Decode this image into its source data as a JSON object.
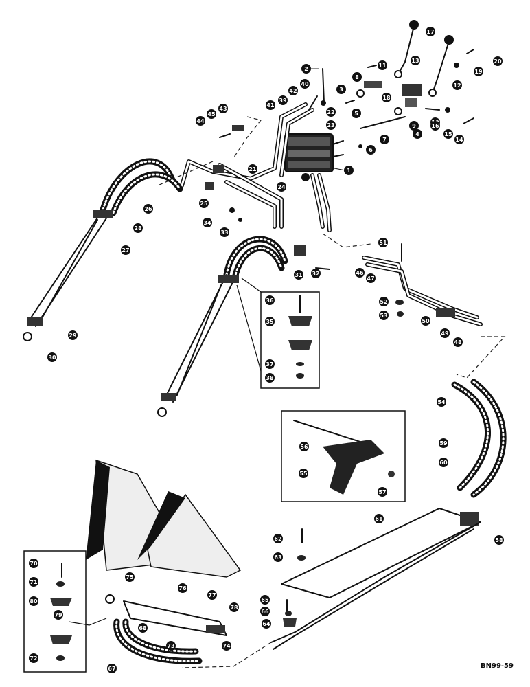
{
  "drawing_code": "BN99-59",
  "callouts": [
    "1",
    "2",
    "3",
    "4",
    "5",
    "6",
    "7",
    "8",
    "9",
    "10",
    "11",
    "12",
    "13",
    "14",
    "15",
    "16",
    "17",
    "18",
    "19",
    "20",
    "21",
    "22",
    "23",
    "24",
    "25",
    "26",
    "27",
    "28",
    "29",
    "30",
    "31",
    "32",
    "33",
    "34",
    "35",
    "36",
    "37",
    "38",
    "39",
    "40",
    "41",
    "42",
    "43",
    "44",
    "45",
    "46",
    "47",
    "48",
    "49",
    "50",
    "51",
    "52",
    "53",
    "54",
    "55",
    "56",
    "57",
    "58",
    "59",
    "60",
    "61",
    "62",
    "63",
    "64",
    "65",
    "66",
    "67",
    "68",
    "70",
    "71",
    "72",
    "73",
    "74",
    "75",
    "76",
    "77",
    "78",
    "79",
    "80"
  ]
}
